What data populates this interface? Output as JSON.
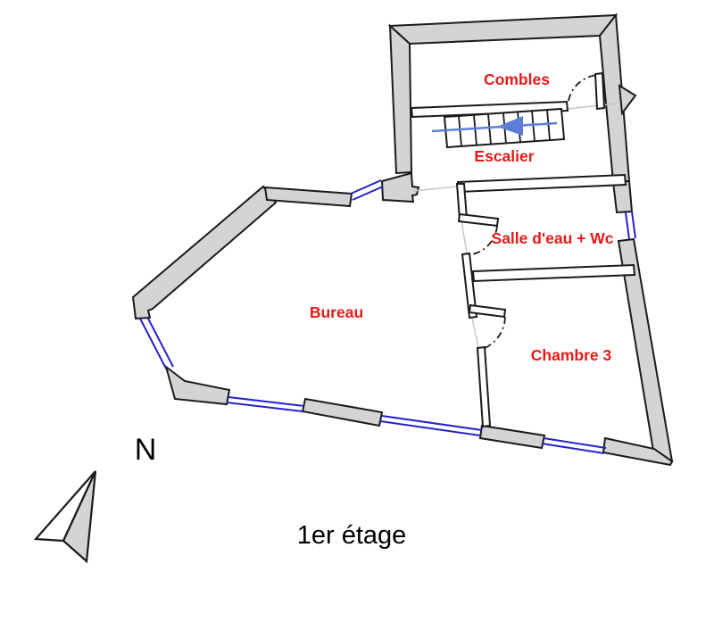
{
  "floor_plan": {
    "title": "1er étage",
    "compass": {
      "label": "N"
    },
    "rooms": {
      "combles": "Combles",
      "escalier": "Escalier",
      "salle_eau": "Salle d'eau + Wc",
      "bureau": "Bureau",
      "chambre3": "Chambre 3"
    },
    "colors": {
      "wall_fill": "#d4d4d4",
      "wall_stroke": "#1a1a1a",
      "window": "#2222cc",
      "room_label": "#e71a18",
      "stair_arrow": "#5b7fd9",
      "caption": "#000000"
    }
  }
}
